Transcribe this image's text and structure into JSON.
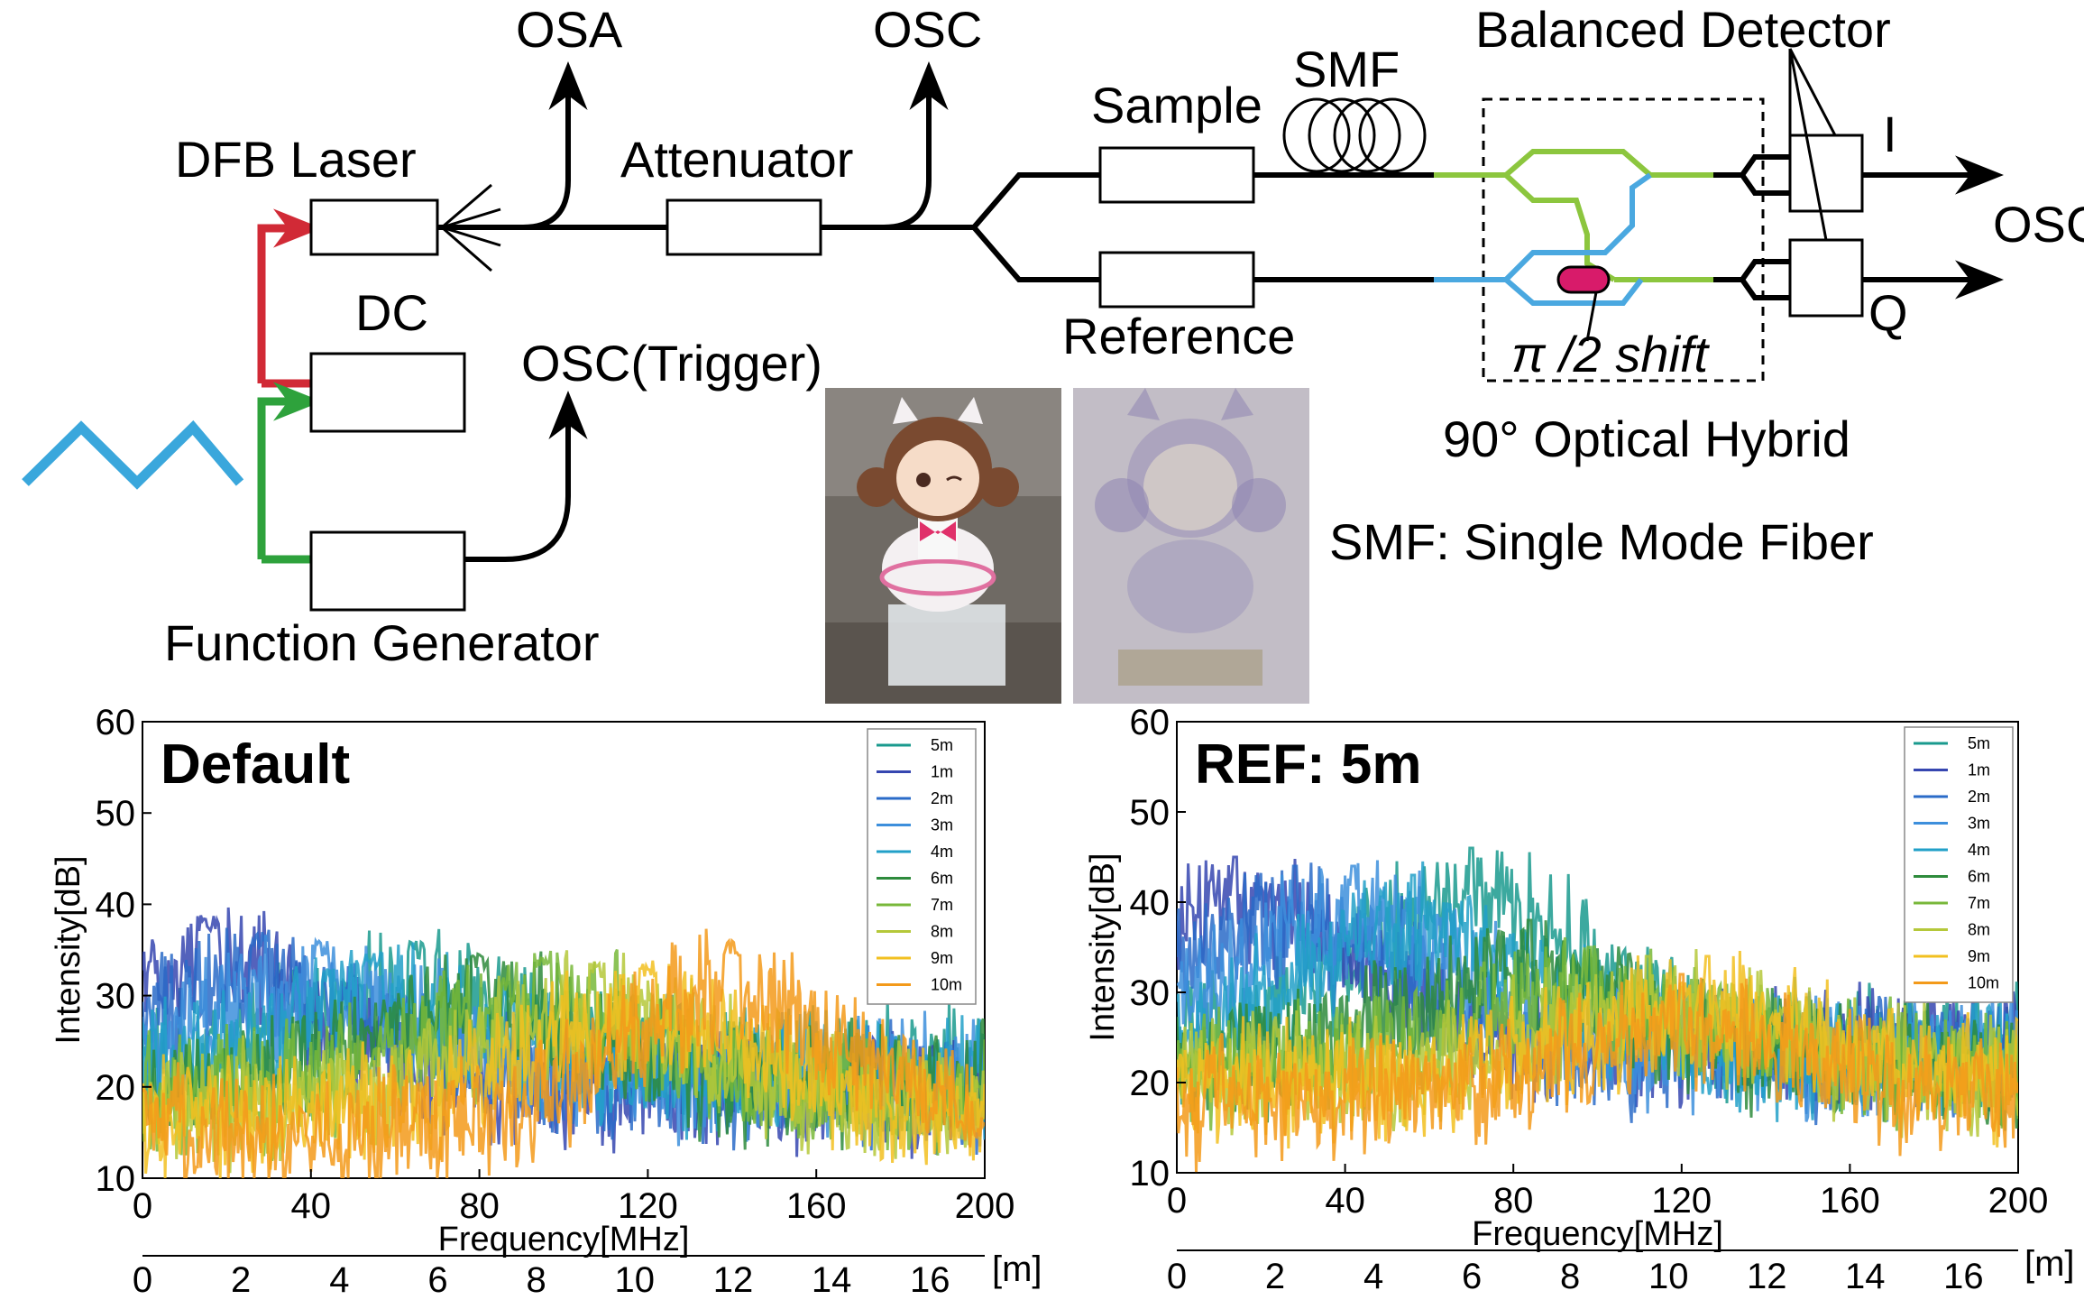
{
  "diagram": {
    "dfb_laser": "DFB Laser",
    "dc": "DC",
    "function_generator": "Function Generator",
    "osa": "OSA",
    "osc_top": "OSC",
    "attenuator": "Attenuator",
    "sample": "Sample",
    "smf": "SMF",
    "reference": "Reference",
    "balanced_detector": "Balanced Detector",
    "i_label": "I",
    "q_label": "Q",
    "osc_right": "OSC",
    "osc_trigger": "OSC(Trigger)",
    "pi_shift": "π /2 shift",
    "hybrid": "90°   Optical Hybrid",
    "smf_note": "SMF: Single Mode Fiber",
    "colors": {
      "red": "#d12a36",
      "green": "#2ea23c",
      "blue_wave": "#3aa7dc",
      "hybrid_green": "#8cc63e",
      "hybrid_blue": "#4aa8e0",
      "phase_shifter": "#d81b6a"
    }
  },
  "photos": {
    "photo_left": "figure-photo",
    "photo_right": "point-cloud-reconstruction"
  },
  "chart_data": [
    {
      "type": "line",
      "title": "Default",
      "xlabel": "Frequency[MHz]",
      "ylabel": "Intensity[dB]",
      "xlim": [
        0,
        200
      ],
      "ylim": [
        10,
        60
      ],
      "xticks": [
        "0",
        "40",
        "80",
        "120",
        "160",
        "200"
      ],
      "yticks": [
        "10",
        "20",
        "30",
        "40",
        "50",
        "60"
      ],
      "secondary_axis_ticks": [
        "0",
        "2",
        "4",
        "6",
        "8",
        "10",
        "12",
        "14",
        "16"
      ],
      "secondary_axis_unit": "[m]",
      "legend": [
        "5m",
        "1m",
        "2m",
        "3m",
        "4m",
        "6m",
        "7m",
        "8m",
        "9m",
        "10m"
      ],
      "legend_position": "top-right",
      "series": [
        {
          "name": "5m",
          "color": "#1a9a8e",
          "peak_x": 65,
          "peak_y": 36,
          "floor_y": 22
        },
        {
          "name": "1m",
          "color": "#3646b0",
          "peak_x": 15,
          "peak_y": 39,
          "floor_y": 20
        },
        {
          "name": "2m",
          "color": "#2a6bc8",
          "peak_x": 28,
          "peak_y": 37,
          "floor_y": 20
        },
        {
          "name": "3m",
          "color": "#3d8fdc",
          "peak_x": 42,
          "peak_y": 36,
          "floor_y": 21
        },
        {
          "name": "4m",
          "color": "#22a0c8",
          "peak_x": 55,
          "peak_y": 35,
          "floor_y": 21
        },
        {
          "name": "6m",
          "color": "#2e8b3c",
          "peak_x": 80,
          "peak_y": 35,
          "floor_y": 20
        },
        {
          "name": "7m",
          "color": "#78b83a",
          "peak_x": 95,
          "peak_y": 35,
          "floor_y": 19
        },
        {
          "name": "8m",
          "color": "#b5c83a",
          "peak_x": 108,
          "peak_y": 34,
          "floor_y": 18
        },
        {
          "name": "9m",
          "color": "#f2c020",
          "peak_x": 120,
          "peak_y": 34,
          "floor_y": 17
        },
        {
          "name": "10m",
          "color": "#f39a1a",
          "peak_x": 140,
          "peak_y": 36,
          "floor_y": 15
        }
      ]
    },
    {
      "type": "line",
      "title": "REF: 5m",
      "xlabel": "Frequency[MHz]",
      "ylabel": "Intensity[dB]",
      "xlim": [
        0,
        200
      ],
      "ylim": [
        10,
        60
      ],
      "xticks": [
        "0",
        "40",
        "80",
        "120",
        "160",
        "200"
      ],
      "yticks": [
        "10",
        "20",
        "30",
        "40",
        "50",
        "60"
      ],
      "secondary_axis_ticks": [
        "0",
        "2",
        "4",
        "6",
        "8",
        "10",
        "12",
        "14",
        "16"
      ],
      "secondary_axis_unit": "[m]",
      "legend": [
        "5m",
        "1m",
        "2m",
        "3m",
        "4m",
        "6m",
        "7m",
        "8m",
        "9m",
        "10m"
      ],
      "legend_position": "top-right",
      "series": [
        {
          "name": "5m",
          "color": "#1a9a8e",
          "peak_x": 70,
          "peak_y": 46,
          "floor_y": 24
        },
        {
          "name": "1m",
          "color": "#3646b0",
          "peak_x": 14,
          "peak_y": 45,
          "floor_y": 24
        },
        {
          "name": "2m",
          "color": "#2a6bc8",
          "peak_x": 28,
          "peak_y": 44,
          "floor_y": 23
        },
        {
          "name": "3m",
          "color": "#3d8fdc",
          "peak_x": 42,
          "peak_y": 44,
          "floor_y": 23
        },
        {
          "name": "4m",
          "color": "#22a0c8",
          "peak_x": 56,
          "peak_y": 43,
          "floor_y": 23
        },
        {
          "name": "6m",
          "color": "#2e8b3c",
          "peak_x": 84,
          "peak_y": 38,
          "floor_y": 22
        },
        {
          "name": "7m",
          "color": "#78b83a",
          "peak_x": 98,
          "peak_y": 35,
          "floor_y": 22
        },
        {
          "name": "8m",
          "color": "#b5c83a",
          "peak_x": 112,
          "peak_y": 34,
          "floor_y": 21
        },
        {
          "name": "9m",
          "color": "#f2c020",
          "peak_x": 126,
          "peak_y": 34,
          "floor_y": 20
        },
        {
          "name": "10m",
          "color": "#f39a1a",
          "peak_x": 120,
          "peak_y": 32,
          "floor_y": 18
        }
      ]
    }
  ]
}
